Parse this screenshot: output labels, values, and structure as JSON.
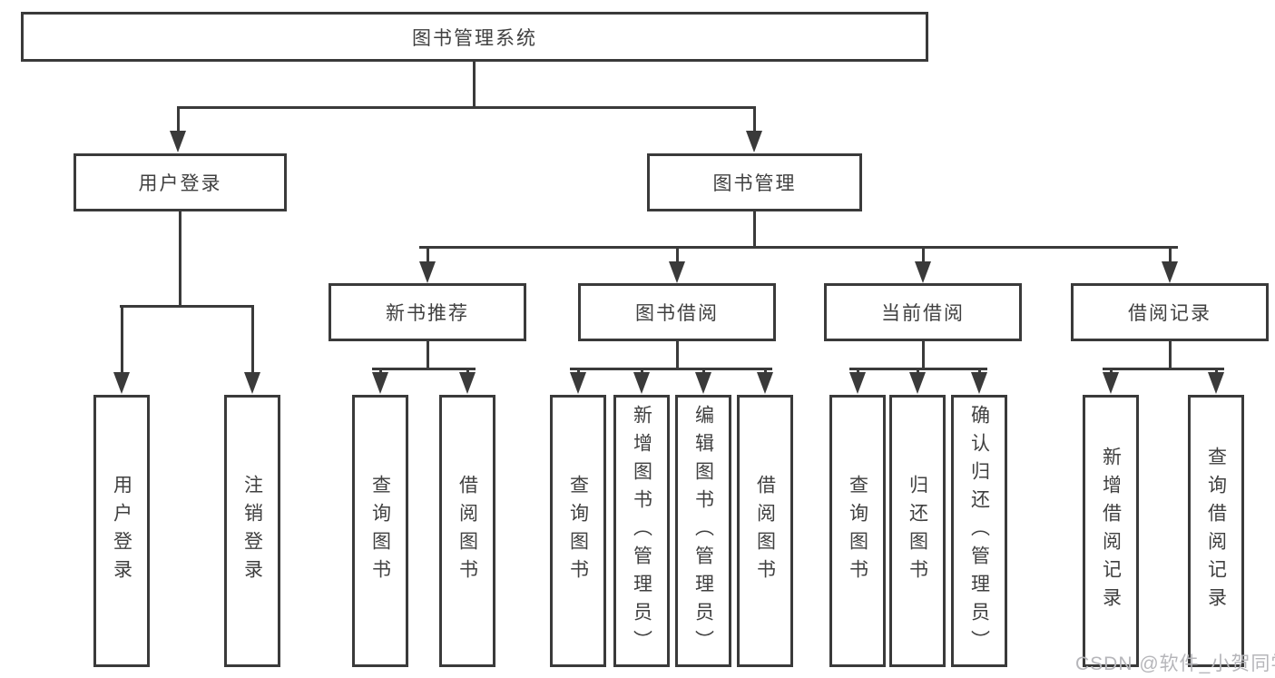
{
  "diagram": {
    "root": {
      "label": "图书管理系统",
      "children": [
        {
          "label": "用户登录",
          "children": [
            {
              "label": "用户登录"
            },
            {
              "label": "注销登录"
            }
          ]
        },
        {
          "label": "图书管理",
          "children": [
            {
              "label": "新书推荐",
              "children": [
                {
                  "label": "查询图书"
                },
                {
                  "label": "借阅图书"
                }
              ]
            },
            {
              "label": "图书借阅",
              "children": [
                {
                  "label": "查询图书"
                },
                {
                  "label": "新增图书（管理员）"
                },
                {
                  "label": "编辑图书（管理员）"
                },
                {
                  "label": "借阅图书"
                }
              ]
            },
            {
              "label": "当前借阅",
              "children": [
                {
                  "label": "查询图书"
                },
                {
                  "label": "归还图书"
                },
                {
                  "label": "确认归还（管理员）"
                }
              ]
            },
            {
              "label": "借阅记录",
              "children": [
                {
                  "label": "新增借阅记录"
                },
                {
                  "label": "查询借阅记录"
                }
              ]
            }
          ]
        }
      ]
    }
  },
  "watermark": {
    "text": "CSDN @软件_小贺同学",
    "color": "#b6b6ba"
  },
  "colors": {
    "line": "#3a3a3a",
    "box_border": "#3a3a3a",
    "box_background": "#ffffff",
    "text": "#404040",
    "page_background": "#ffffff"
  }
}
